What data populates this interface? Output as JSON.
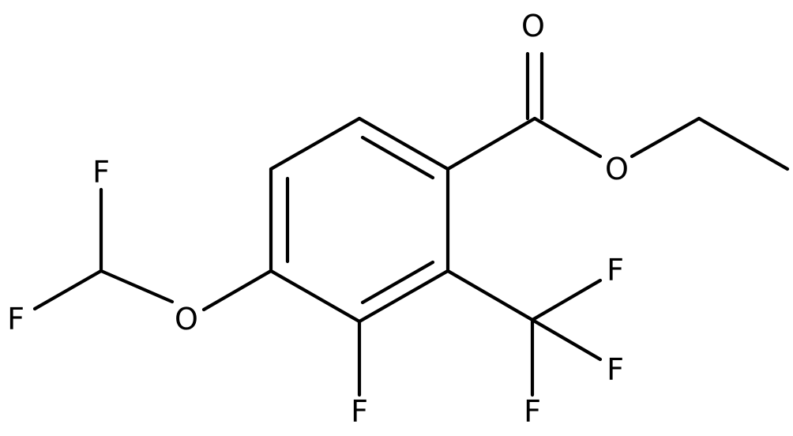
{
  "molecule": {
    "atoms": {
      "o_carbonyl": "O",
      "o_ester": "O",
      "o_ether": "O",
      "f_difluoro_top": "F",
      "f_difluoro_left": "F",
      "f_ring": "F",
      "f_cf3_top": "F",
      "f_cf3_right": "F",
      "f_cf3_bottom": "F"
    }
  }
}
